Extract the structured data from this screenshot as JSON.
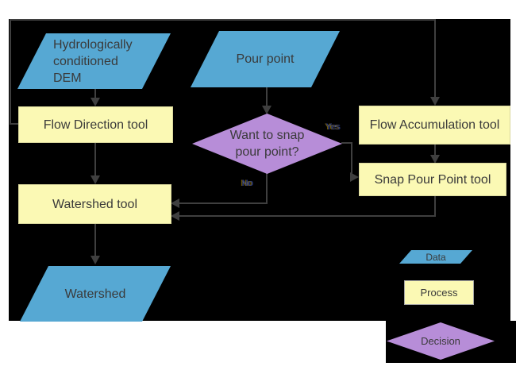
{
  "colors": {
    "page": "#ffffff",
    "canvas": "#000000",
    "data_fill": "#56a8d3",
    "process_fill": "#fbf9b4",
    "decision_fill": "#b78dd8",
    "connector": "#3f3f3f",
    "text": "#3a3a3a",
    "label": "#3d3d55"
  },
  "nodes": {
    "dem": {
      "label": "Hydrologically conditioned DEM",
      "type": "data"
    },
    "pour_point": {
      "label": "Pour point",
      "type": "data"
    },
    "flow_direction": {
      "label": "Flow Direction tool",
      "type": "process"
    },
    "flow_accumulation": {
      "label": "Flow Accumulation tool",
      "type": "process"
    },
    "decision_snap": {
      "label": "Want to snap pour point?",
      "type": "decision"
    },
    "snap_pour_point": {
      "label": "Snap Pour Point tool",
      "type": "process"
    },
    "watershed_tool": {
      "label": "Watershed tool",
      "type": "process"
    },
    "watershed": {
      "label": "Watershed",
      "type": "data"
    }
  },
  "edge_labels": {
    "yes": "Yes",
    "no": "No"
  },
  "legend": {
    "data": "Data",
    "process": "Process",
    "decision": "Decision"
  }
}
